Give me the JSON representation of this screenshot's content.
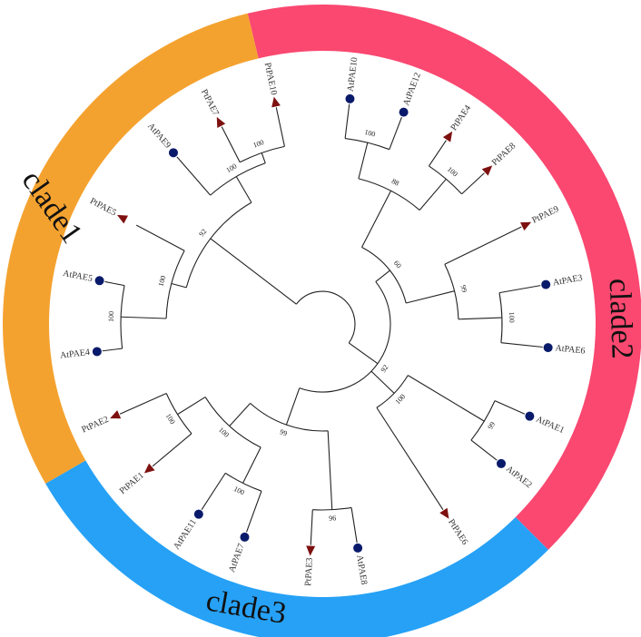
{
  "colors": {
    "clade1": "#F4A22F",
    "clade2": "#FA4870",
    "clade3": "#26A1F6",
    "AtPAE": "#0A1A6B",
    "PtPAE": "#7E1010"
  },
  "clades": [
    {
      "id": "clade1",
      "label": "clade1"
    },
    {
      "id": "clade2",
      "label": "clade2"
    },
    {
      "id": "clade3",
      "label": "clade3"
    }
  ],
  "tips": [
    {
      "label": "PtPAE10",
      "marker": "triangle"
    },
    {
      "label": "PtPAE7",
      "marker": "triangle"
    },
    {
      "label": "AtPAE9",
      "marker": "circle"
    },
    {
      "label": "PtPAE5",
      "marker": "triangle"
    },
    {
      "label": "AtPAE5",
      "marker": "circle"
    },
    {
      "label": "AtPAE4",
      "marker": "circle"
    },
    {
      "label": "AtPAE10",
      "marker": "circle"
    },
    {
      "label": "AtPAE12",
      "marker": "circle"
    },
    {
      "label": "PtPAE4",
      "marker": "triangle"
    },
    {
      "label": "PtPAE8",
      "marker": "triangle"
    },
    {
      "label": "PtPAE9",
      "marker": "triangle"
    },
    {
      "label": "AtPAE3",
      "marker": "circle"
    },
    {
      "label": "AtPAE6",
      "marker": "circle"
    },
    {
      "label": "AtPAE1",
      "marker": "circle"
    },
    {
      "label": "AtPAE2",
      "marker": "circle"
    },
    {
      "label": "PtPAE6",
      "marker": "triangle"
    },
    {
      "label": "AtPAE8",
      "marker": "circle"
    },
    {
      "label": "PtPAE3",
      "marker": "triangle"
    },
    {
      "label": "AtPAE7",
      "marker": "circle"
    },
    {
      "label": "AtPAE11",
      "marker": "circle"
    },
    {
      "label": "PtPAE1",
      "marker": "triangle"
    },
    {
      "label": "PtPAE2",
      "marker": "triangle"
    }
  ],
  "bootstrap": [
    {
      "id": "b-pt10-pt7",
      "value": "100"
    },
    {
      "id": "b-at9",
      "value": "100"
    },
    {
      "id": "b-clade1-top",
      "value": "92"
    },
    {
      "id": "b-at5-at4",
      "value": "100"
    },
    {
      "id": "b-pt5",
      "value": "100"
    },
    {
      "id": "b-at10-at12",
      "value": "100"
    },
    {
      "id": "b-pt4-pt8",
      "value": "100"
    },
    {
      "id": "b-group-a",
      "value": "88"
    },
    {
      "id": "b-at3-at6",
      "value": "100"
    },
    {
      "id": "b-pt9",
      "value": "99"
    },
    {
      "id": "b-clade2-upper",
      "value": "60"
    },
    {
      "id": "b-at1-at2",
      "value": "99"
    },
    {
      "id": "b-clade2",
      "value": "100"
    },
    {
      "id": "b-pt2-pt1",
      "value": "100"
    },
    {
      "id": "b-at11-at7",
      "value": "100"
    },
    {
      "id": "b-pt3-at8",
      "value": "96"
    },
    {
      "id": "b-clade3-sub",
      "value": "100"
    },
    {
      "id": "b-clade3",
      "value": "99"
    },
    {
      "id": "b-root",
      "value": "92"
    }
  ]
}
